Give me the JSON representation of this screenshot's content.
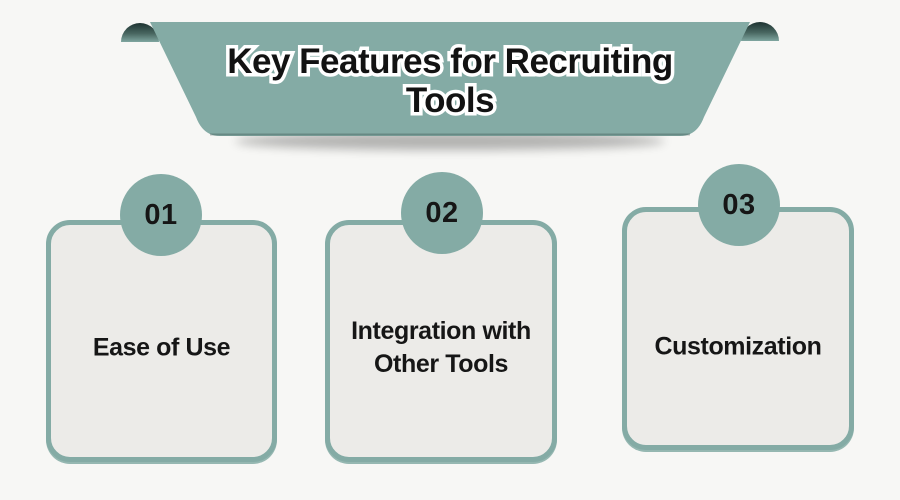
{
  "banner": {
    "full_title": "Key Features for Recruiting Tools",
    "title_line1": "Key Features for Recruiting",
    "title_line2": "Tools"
  },
  "features": [
    {
      "number": "01",
      "label": "Ease of Use"
    },
    {
      "number": "02",
      "label": "Integration with Other Tools"
    },
    {
      "number": "03",
      "label": "Customization"
    }
  ],
  "colors": {
    "accent_teal": "#84ABA5",
    "ribbon_curl_dark": "#1E3331",
    "card_background": "#ECEBE8",
    "card_border": "#84ABA5",
    "text": "#161616",
    "page_background": "#F7F7F5"
  }
}
